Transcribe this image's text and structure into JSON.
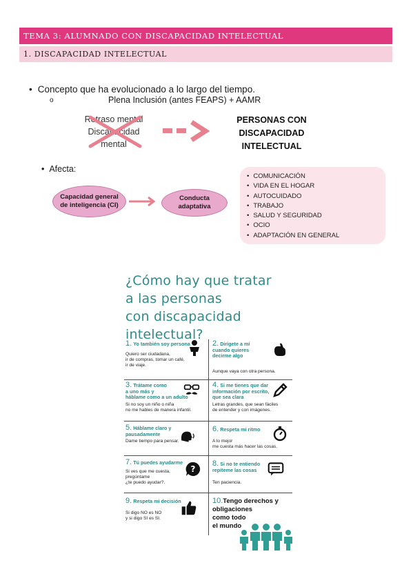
{
  "header": {
    "topic": "TEMA 3: ALUMNADO CON DISCAPACIDAD INTELECTUAL",
    "section": "1. DISCAPACIDAD INTELECTUAL"
  },
  "concept": {
    "bullet": "Concepto que ha evolucionado a lo largo del tiempo.",
    "sub_marker": "o",
    "sub_text": "Plena Inclusión (antes FEAPS) + AAMR",
    "old_term_1": "Retraso mental",
    "old_term_2": "Discapacidad",
    "old_term_3": "mental",
    "new_term_1": "PERSONAS CON",
    "new_term_2": "DISCAPACIDAD",
    "new_term_3": "INTELECTUAL"
  },
  "affects": {
    "label": "Afecta:",
    "oval_1_line1": "Capacidad general",
    "oval_1_line2": "de inteligencia (CI)",
    "oval_2_line1": "Conducta",
    "oval_2_line2": "adaptativa",
    "areas": [
      "COMUNICACIÓN",
      "VIDA EN EL HOGAR",
      "AUTOCUIDADO",
      "TRABAJO",
      "SALUD Y SEGURIDAD",
      "OCIO",
      "ADAPTACIÓN EN GENERAL"
    ]
  },
  "poster": {
    "title_1": "¿Cómo hay que tratar",
    "title_2": "a las personas",
    "title_3": "con discapacidad intelectual?",
    "items": [
      {
        "num": "1.",
        "head": "Yo también soy persona",
        "body": "Quiero ser ciudadana,\nir de compras, tomar un café,\nir de viaje."
      },
      {
        "num": "2.",
        "head": "Dirígete a mí\ncuando quieres\ndecirme algo",
        "body": "Aunque vaya con otra persona."
      },
      {
        "num": "3.",
        "head": "Trátame como\na uno más y\nháblame como a un adulto",
        "body": "Si no soy un niño o niña\nno me hables de manera infantil."
      },
      {
        "num": "4.",
        "head": "Si me tienes que dar\ninformación por escrito,\nque sea clara",
        "body": "Letras grandes, que sean fáciles\nde entender y con imágenes."
      },
      {
        "num": "5.",
        "head": "Háblame claro y\npausadamente",
        "body": "Dame tiempo para pensar."
      },
      {
        "num": "6.",
        "head": "Respeta mi ritmo",
        "body": "A lo mejor\nme cuesta más hacer las cosas."
      },
      {
        "num": "7.",
        "head": "Tú puedes ayudarme",
        "body": "Si ves que me cuesta,\npregúntame\n¿te puedo ayudar?."
      },
      {
        "num": "8.",
        "head": "Si no te entiendo\nrepíteme las cosas",
        "body": "Ten paciencia."
      },
      {
        "num": "9.",
        "head": "Respeta mi decisión",
        "body": "Si digo NO es NO\ny si digo SI es SI."
      },
      {
        "num": "10.",
        "head": "Tengo derechos y\nobligaciones\ncomo todo\nel mundo",
        "body": ""
      }
    ]
  },
  "colors": {
    "topic_bar": "#e0387f",
    "section_bar": "#f6d0dd",
    "arrow": "#e8818f",
    "oval": "#e9a9cc",
    "areas_box": "#fbe4ea",
    "poster_teal": "#2e8c8a"
  }
}
